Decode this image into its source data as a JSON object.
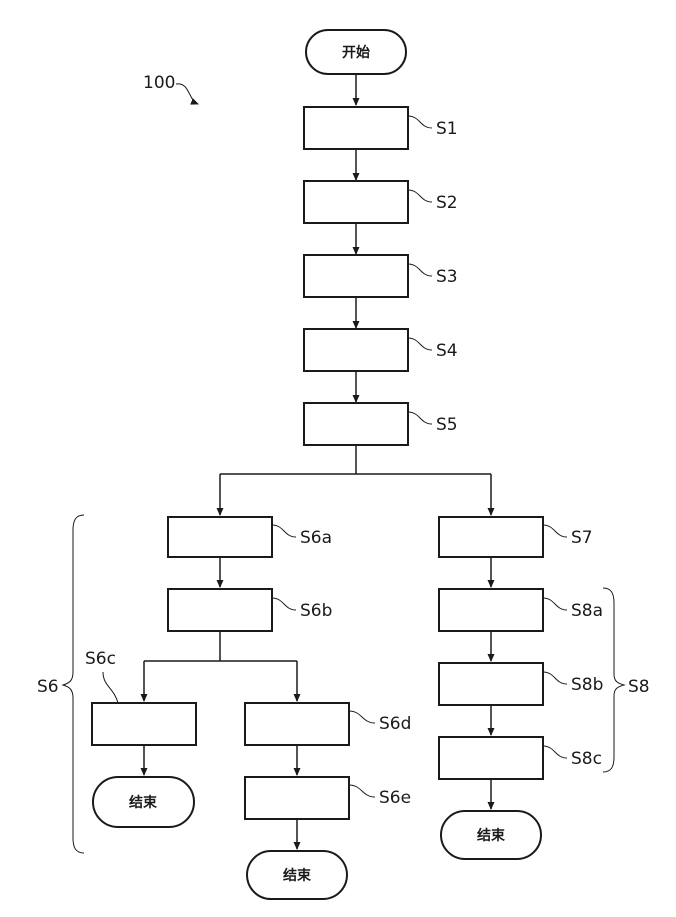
{
  "figure_ref": "100",
  "terminals": {
    "start": "开始",
    "end_s6c": "结束",
    "end_s6e": "结束",
    "end_s8c": "结束"
  },
  "steps": {
    "s1": "S1",
    "s2": "S2",
    "s3": "S3",
    "s4": "S4",
    "s5": "S5",
    "s6a": "S6a",
    "s6b": "S6b",
    "s6c": "S6c",
    "s6d": "S6d",
    "s6e": "S6e",
    "s7": "S7",
    "s8a": "S8a",
    "s8b": "S8b",
    "s8c": "S8c"
  },
  "groups": {
    "s6": "S6",
    "s8": "S8"
  }
}
